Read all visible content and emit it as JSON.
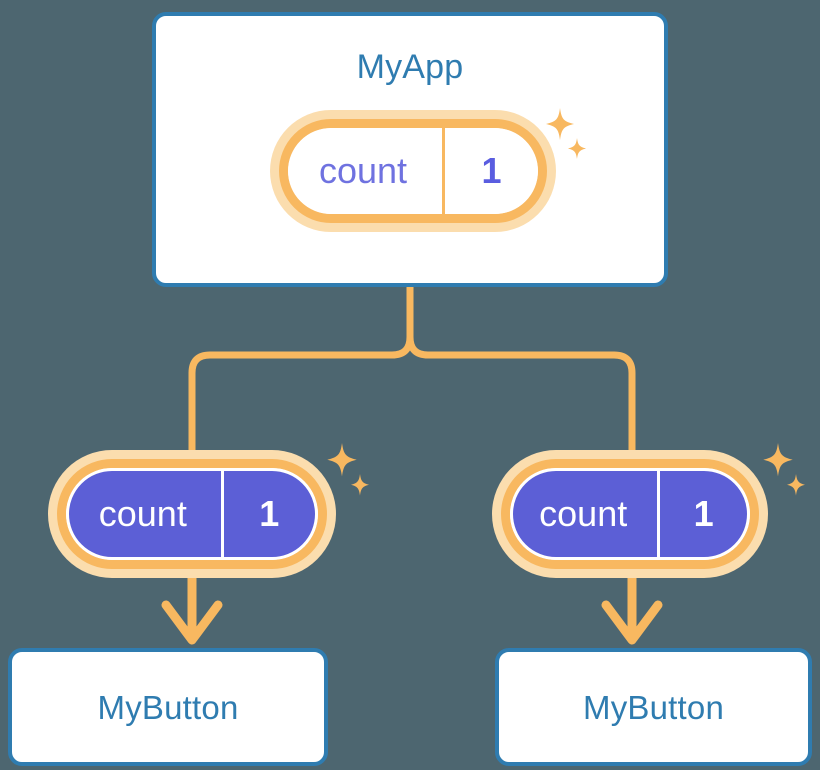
{
  "diagram": {
    "title_text": "MyApp",
    "background_color": "#4d6670",
    "accent_blue": "#2f7cb0",
    "accent_orange": "#f8b860",
    "accent_orange_light": "#fbddae",
    "accent_purple": "#5c5fd6"
  },
  "root": {
    "component_name": "MyApp",
    "state": {
      "key": "count",
      "value": "1"
    }
  },
  "children": [
    {
      "state": {
        "key": "count",
        "value": "1"
      },
      "component_name": "MyButton"
    },
    {
      "state": {
        "key": "count",
        "value": "1"
      },
      "component_name": "MyButton"
    }
  ]
}
